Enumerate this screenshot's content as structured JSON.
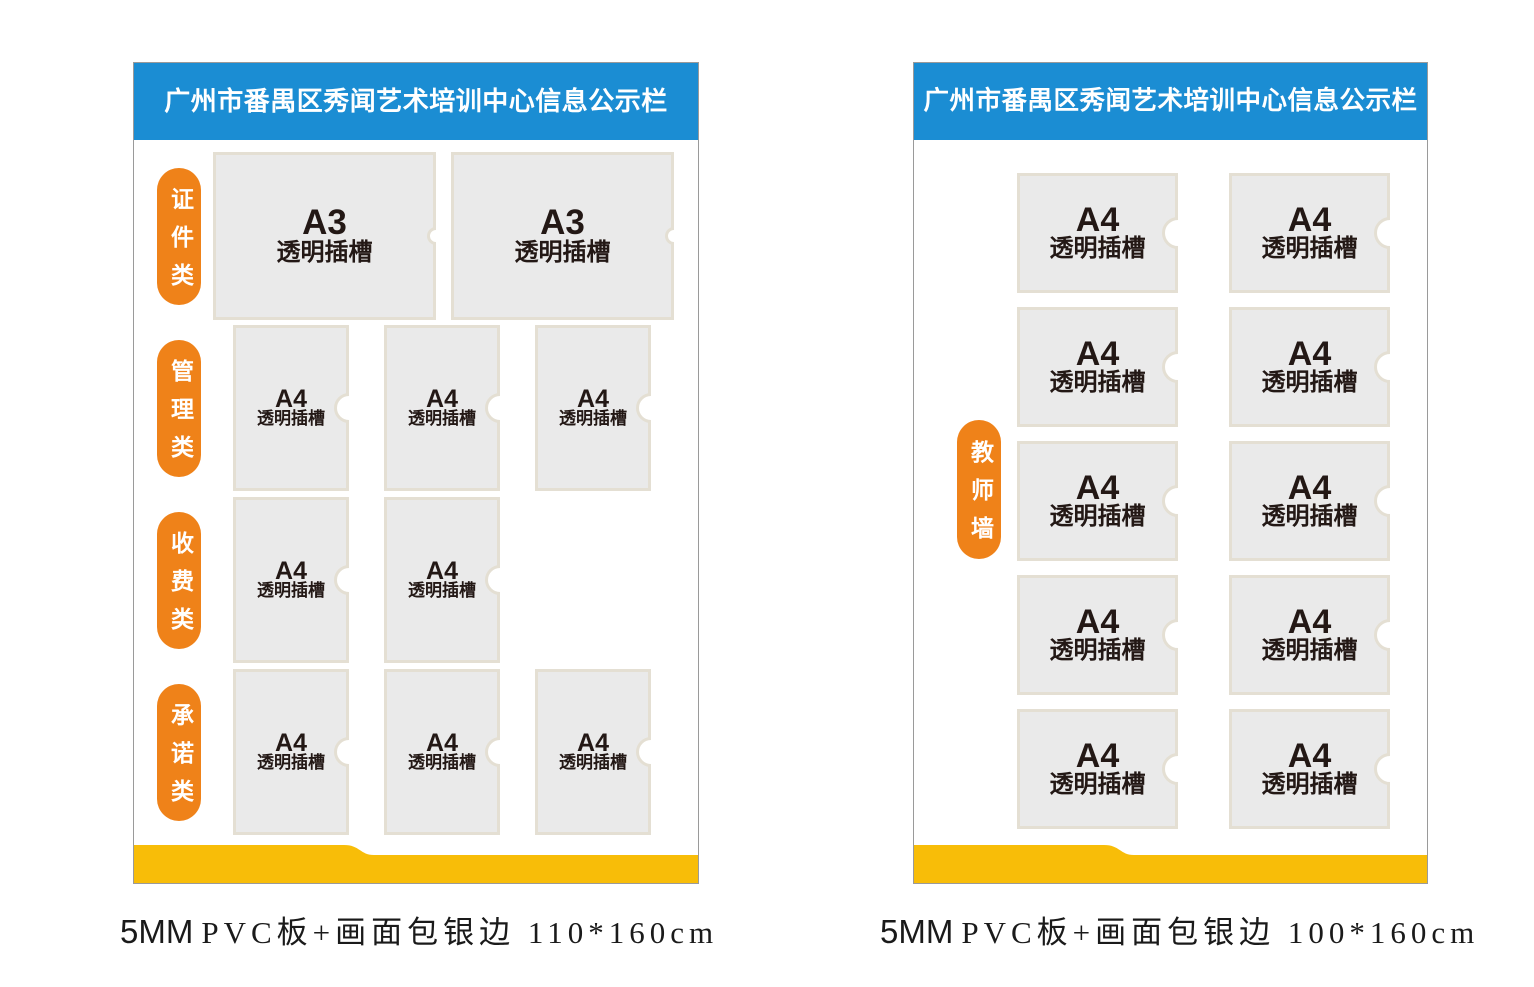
{
  "colors": {
    "header_blue": "#1b8dd3",
    "label_orange": "#ef8219",
    "band_yellow": "#f8bd08",
    "slot_gray": "#eaeaea",
    "slot_frame": "#e4dfd3",
    "text_dark": "#231815"
  },
  "left_board": {
    "title": "广州市番禺区秀闻艺术培训中心信息公示栏",
    "sections": [
      {
        "label": "证件类",
        "slots": [
          {
            "size": "A3",
            "label": "透明插槽"
          },
          {
            "size": "A3",
            "label": "透明插槽"
          }
        ]
      },
      {
        "label": "管理类",
        "slots": [
          {
            "size": "A4",
            "label": "透明插槽"
          },
          {
            "size": "A4",
            "label": "透明插槽"
          },
          {
            "size": "A4",
            "label": "透明插槽"
          }
        ]
      },
      {
        "label": "收费类",
        "slots": [
          {
            "size": "A4",
            "label": "透明插槽"
          },
          {
            "size": "A4",
            "label": "透明插槽"
          }
        ]
      },
      {
        "label": "承诺类",
        "slots": [
          {
            "size": "A4",
            "label": "透明插槽"
          },
          {
            "size": "A4",
            "label": "透明插槽"
          },
          {
            "size": "A4",
            "label": "透明插槽"
          }
        ]
      }
    ],
    "caption": {
      "thickness": "5MM",
      "spec": "PVC板+画面包银边 110*160cm"
    }
  },
  "right_board": {
    "title": "广州市番禺区秀闻艺术培训中心信息公示栏",
    "section_label": "教师墙",
    "slots": [
      {
        "size": "A4",
        "label": "透明插槽"
      },
      {
        "size": "A4",
        "label": "透明插槽"
      },
      {
        "size": "A4",
        "label": "透明插槽"
      },
      {
        "size": "A4",
        "label": "透明插槽"
      },
      {
        "size": "A4",
        "label": "透明插槽"
      },
      {
        "size": "A4",
        "label": "透明插槽"
      },
      {
        "size": "A4",
        "label": "透明插槽"
      },
      {
        "size": "A4",
        "label": "透明插槽"
      },
      {
        "size": "A4",
        "label": "透明插槽"
      },
      {
        "size": "A4",
        "label": "透明插槽"
      }
    ],
    "caption": {
      "thickness": "5MM",
      "spec": "PVC板+画面包银边 100*160cm"
    }
  }
}
